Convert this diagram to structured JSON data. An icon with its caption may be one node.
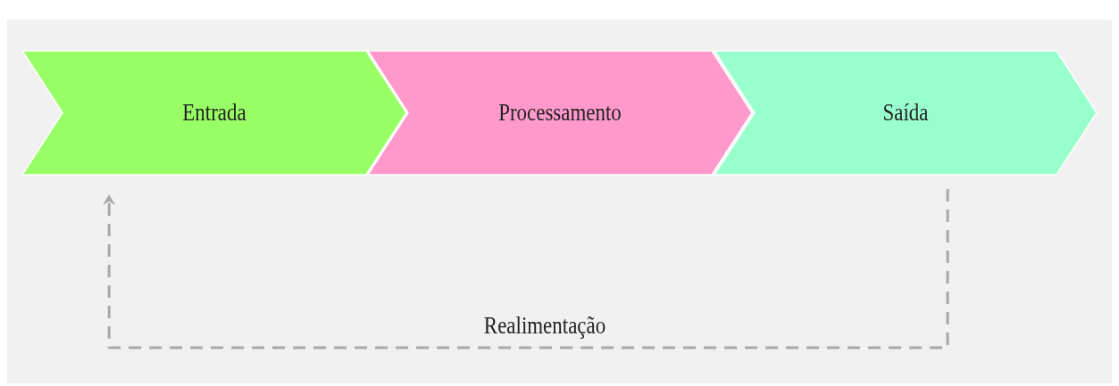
{
  "diagram": {
    "nodes": [
      {
        "text": [
          "Entrada"
        ]
      },
      {
        "text": [
          "Processamento"
        ]
      },
      {
        "text": [
          "Saída"
        ]
      }
    ],
    "edges": [
      {
        "from": 2,
        "to": 0,
        "arrow": "to",
        "label": "Realimentação",
        "style": "dashed"
      }
    ]
  }
}
